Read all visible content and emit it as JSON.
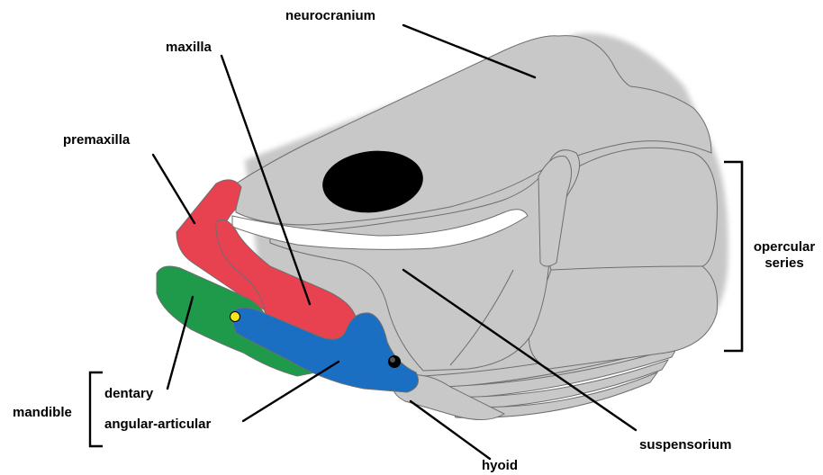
{
  "labels": {
    "neurocranium": "neurocranium",
    "maxilla": "maxilla",
    "premaxilla": "premaxilla",
    "opercular_series_line1": "opercular",
    "opercular_series_line2": "series",
    "mandible": "mandible",
    "dentary": "dentary",
    "angular_articular": "angular-articular",
    "suspensorium": "suspensorium",
    "hyoid": "hyoid"
  },
  "colors": {
    "bone_gray": "#c8c8c8",
    "bone_outline": "#6e6e6e",
    "shadow": "#9a9a9a",
    "premaxilla_red": "#e8414f",
    "maxilla_red": "#e8414f",
    "dentary_green": "#1f9a4a",
    "angular_articular_blue": "#1a6fc2",
    "joint_yellow": "#f3e619",
    "orbit_black": "#000000",
    "leader_line": "#000000"
  }
}
